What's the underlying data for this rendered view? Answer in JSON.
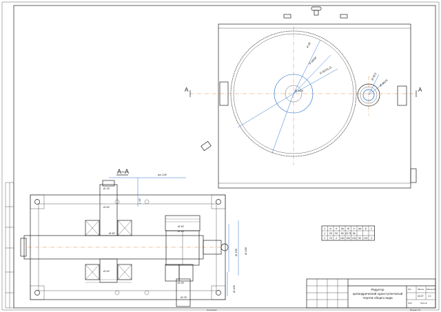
{
  "section_label": "A–A",
  "cut_marks": {
    "left": "A",
    "right": "A"
  },
  "stamp": {
    "title_line1": "Редуктор",
    "title_line2": "цилиндрический одноступенчатый",
    "title_line3": "Чертеж общего вида",
    "lit": "Лит.",
    "mass": "Масса",
    "scale": "Масштаб",
    "mass_value": "43,37",
    "scale_value": "1:1",
    "sheet": "Лист",
    "sheets": "Листов",
    "format": "Формат   А1",
    "copied": "Копировал"
  },
  "table": {
    "headers": [
      "z",
      "m",
      "d",
      "da",
      "df",
      "b",
      "aw",
      "β",
      "u"
    ],
    "rows": [
      [
        "1",
        "25",
        "50",
        "55",
        "43.75",
        "56",
        "",
        "",
        ""
      ],
      [
        "2",
        "75",
        "2",
        "150",
        "155",
        "145",
        "50",
        "100",
        "3"
      ]
    ]
  },
  "dimensions": {
    "top_radii": [
      "R 40",
      "R 40/50",
      "R 40/76.11",
      "R 40/17",
      "Ø 46.5"
    ],
    "bearing_radii": [
      "Ø 40.5",
      "Ø 40.78",
      "Ø 40.25"
    ],
    "section": [
      "Ø 35",
      "Ø 40",
      "Ø 50",
      "Ø 40",
      "Ø 40",
      "Ø 80",
      "Ø 35",
      "Ø 30",
      "Ø 25",
      "Ø 155",
      "Ø 180",
      "Ø 100",
      "aw 140",
      "L 65",
      "32",
      "Ø 40",
      "30"
    ]
  }
}
